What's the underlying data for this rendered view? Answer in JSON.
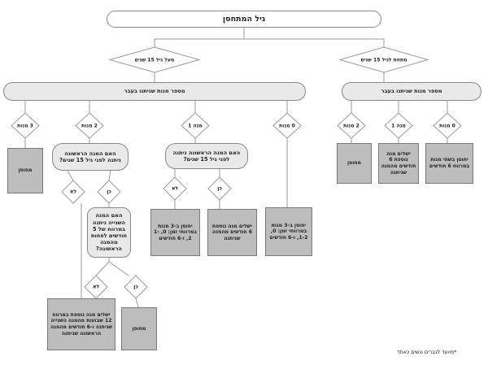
{
  "title": "גיל המתחסן",
  "age_groups": {
    "over_15": "מעל גיל 15 שנים",
    "under_15": "מתחת לגיל 15 שנים"
  },
  "prev_doses_question_left": "מספר מנות שניתנו בעבר",
  "prev_doses_question_right": "מספר מנות שניתנו בעבר",
  "over15_doses": {
    "d3": "3 מנות",
    "d2": "2 מנות",
    "d1": "מנה 1",
    "d0": "0 מנות"
  },
  "under15_doses": {
    "d2": "2 מנות",
    "d1": "מנה 1",
    "d0": "0 מנות"
  },
  "first_dose_q": "האם המנה הראשונה ניתנה לפני גיל 15 שנים?",
  "first_dose_q_one": "האם המנה הראשונה ניתנה לפני גיל 15 שנים?",
  "second_dose_q": "האם המנה השנייה ניתנה במרווח של 5 חודשים לפחות מהמנה הראשונה?",
  "yes": "כן",
  "no": "לא",
  "outcomes": {
    "immune": "מחוסן",
    "immune_b": "מחוסן",
    "immune_u15": "מחוסן",
    "three_doses_a": "יחוסן ב-3 מנות במרווחי זמן: 0, 1-2, ו-6 חודשים",
    "three_doses_b": "יחוסן ב-3 מנות במרווחי זמן: 0, 1-2, ו-6 חודשים",
    "one_more_6m": "ישלים מנה נוספת 6 חודשים מהמנה שניתנה",
    "one_more_12w": "ישלים מנה נוספת במרווח 12 שבועות מהמנה השנייה שניתנה ו-6 חודשים מהמנה הראשונה שניתנה",
    "u15_one_more": "ישלים מנה נוספת 6 חודשים מהמנה שניתנה",
    "u15_two_doses": "יחוסן בשתי מנות במרווח 6 חודשים"
  },
  "footnote": "*מיועד לגברים ונשים כאחד"
}
